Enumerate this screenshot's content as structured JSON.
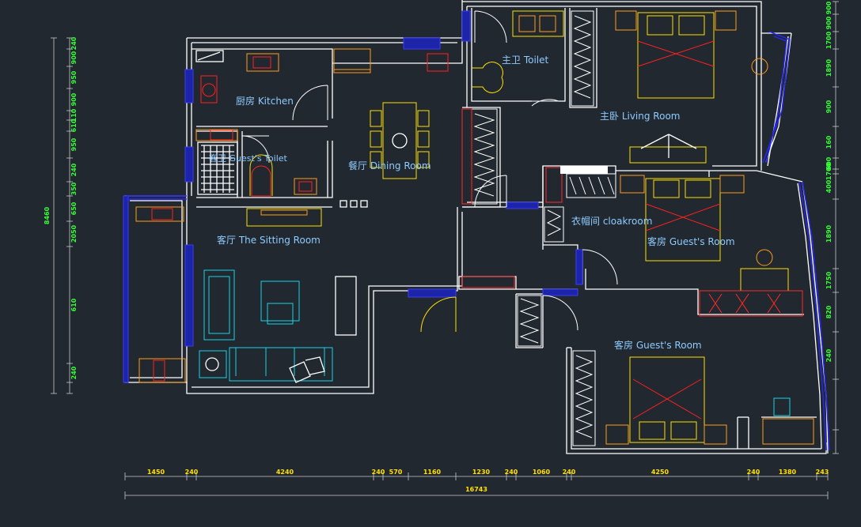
{
  "rooms": {
    "kitchen": "厨房 Kitchen",
    "guest_toilet": "客卫 Guest's Toilet",
    "dining": "餐厅 Dining Room",
    "sitting": "客厅 The Sitting Room",
    "master_toilet": "主卫 Toilet",
    "master_bedroom": "主卧 Living Room",
    "cloakroom": "衣帽间 cloakroom",
    "guest_room_1": "客房 Guest's Room",
    "guest_room_2": "客房 Guest's Room"
  },
  "dimensions": {
    "bottom": [
      "1450",
      "240",
      "4240",
      "240",
      "570",
      "1160",
      "1230",
      "240",
      "1060",
      "240",
      "4250",
      "240",
      "1380",
      "243"
    ],
    "total_width": "16743",
    "left": [
      "240",
      "900",
      "950",
      "900",
      "110",
      "610",
      "950",
      "240",
      "350",
      "650",
      "2050",
      "610",
      "240"
    ],
    "left_total": "8460",
    "right": [
      "900",
      "900",
      "1700",
      "1890",
      "900",
      "160",
      "600",
      "1700",
      "400",
      "1890",
      "1750",
      "820",
      "240"
    ]
  },
  "colors": {
    "background": "#212830",
    "wall": "#ffffff",
    "window": "#2626ff",
    "label": "#8ecbff",
    "dimension_text": "#ffe000",
    "side_dimension_text": "#37ff37"
  }
}
